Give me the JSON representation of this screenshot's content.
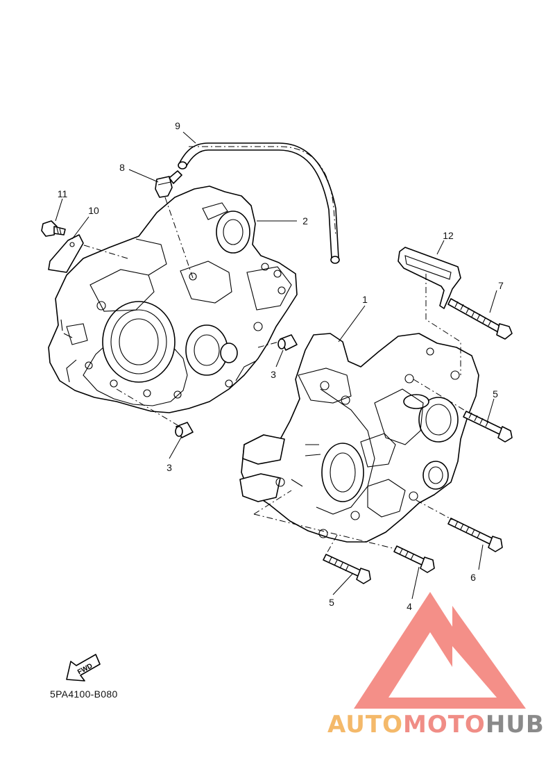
{
  "diagram": {
    "callouts": [
      "1",
      "2",
      "3",
      "3",
      "4",
      "5",
      "5",
      "6",
      "7",
      "8",
      "9",
      "10",
      "11",
      "12"
    ],
    "drawing_code": "5PA4100-B080",
    "fwd_label": "FWD"
  },
  "watermark": {
    "brand_part_1": "AUTO",
    "brand_part_2": "MOTO",
    "brand_part_3": "HUB",
    "colors": {
      "auto": "#f4b96a",
      "moto": "#f08d86",
      "hub": "#8a8a8a",
      "logo": "#f27b73"
    }
  }
}
